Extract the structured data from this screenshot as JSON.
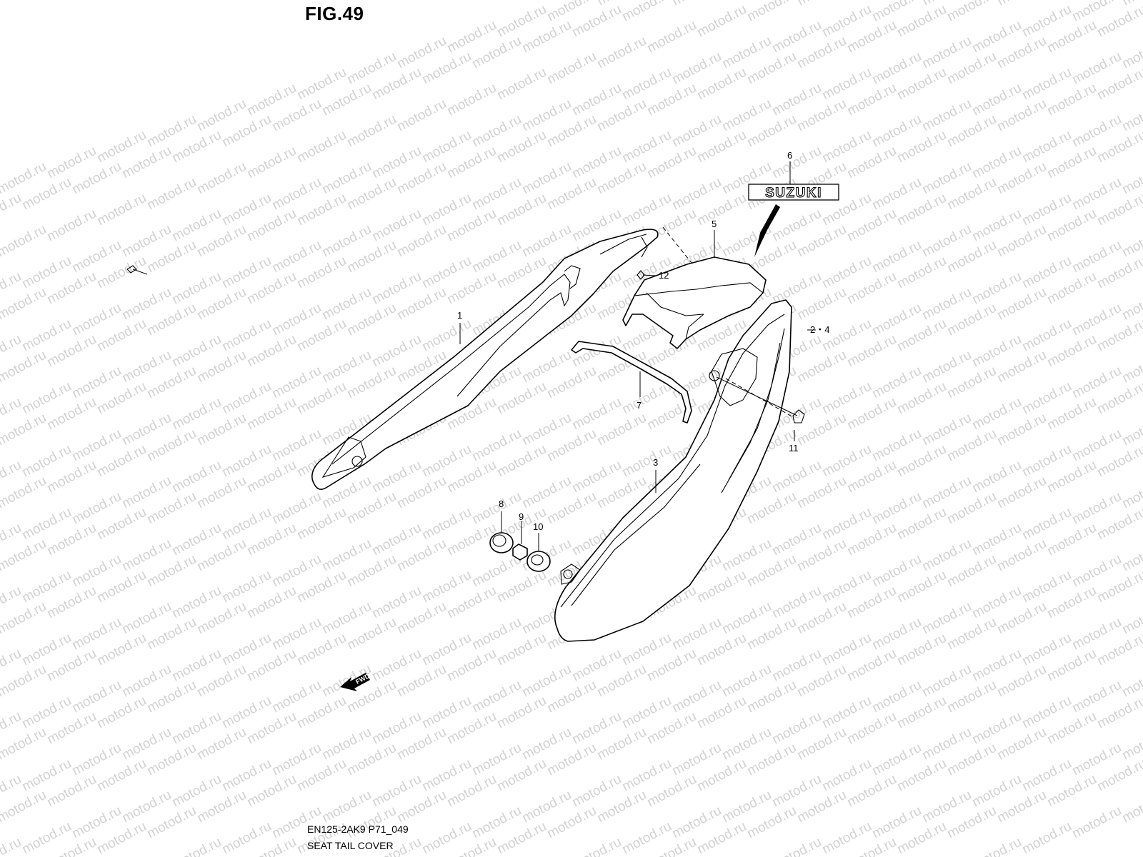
{
  "figure_title": "FIG.49",
  "model_code": "EN125-2AK9 P71_049",
  "caption": "SEAT TAIL COVER",
  "watermark": "motod.ru",
  "emblem_text": "SUZUKI",
  "fwd_label": "FWD",
  "callouts": {
    "c1": "1",
    "c2": "2・4",
    "c3": "3",
    "c5": "5",
    "c6": "6",
    "c7": "7",
    "c8": "8",
    "c9": "9",
    "c10": "10",
    "c11": "11",
    "c12": "12"
  }
}
